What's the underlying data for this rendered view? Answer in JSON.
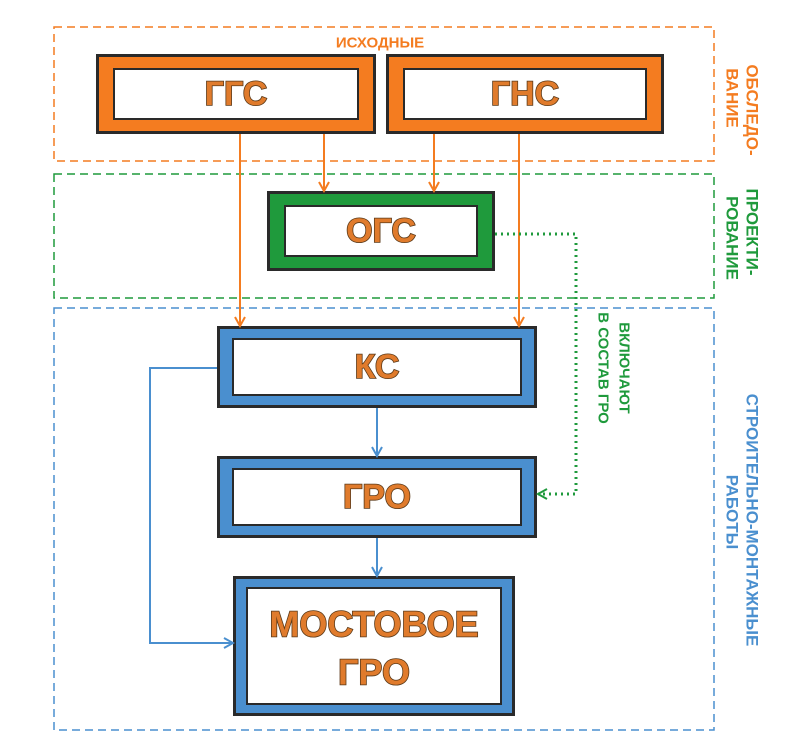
{
  "colors": {
    "orange": "#f47c20",
    "green": "#1f9a3c",
    "blue": "#4a8fcf",
    "box_text_fill": "#e07b2c",
    "box_text_outline": "#5a3a1a",
    "dark_border": "#2a2a2a"
  },
  "sections": {
    "survey": {
      "top_label": "ИСХОДНЫЕ",
      "side_line1": "ОБСЛЕДО-",
      "side_line2": "ВАНИЕ"
    },
    "design": {
      "side_line1": "ПРОЕКТИ-",
      "side_line2": "РОВАНИЕ"
    },
    "construction": {
      "side_line1": "СТРОИТЕЛЬНО-МОНТАЖНЫЕ",
      "side_line2": "РАБОТЫ"
    }
  },
  "boxes": {
    "ggs": "ГГС",
    "gns": "ГНС",
    "ogs": "ОГС",
    "ks": "КС",
    "gro": "ГРО",
    "bridge_gro_line1": "МОСТОВОЕ",
    "bridge_gro_line2": "ГРО"
  },
  "annotation": {
    "line1": "ВКЛЮЧАЮТ",
    "line2": "В СОСТАВ ГРО"
  }
}
